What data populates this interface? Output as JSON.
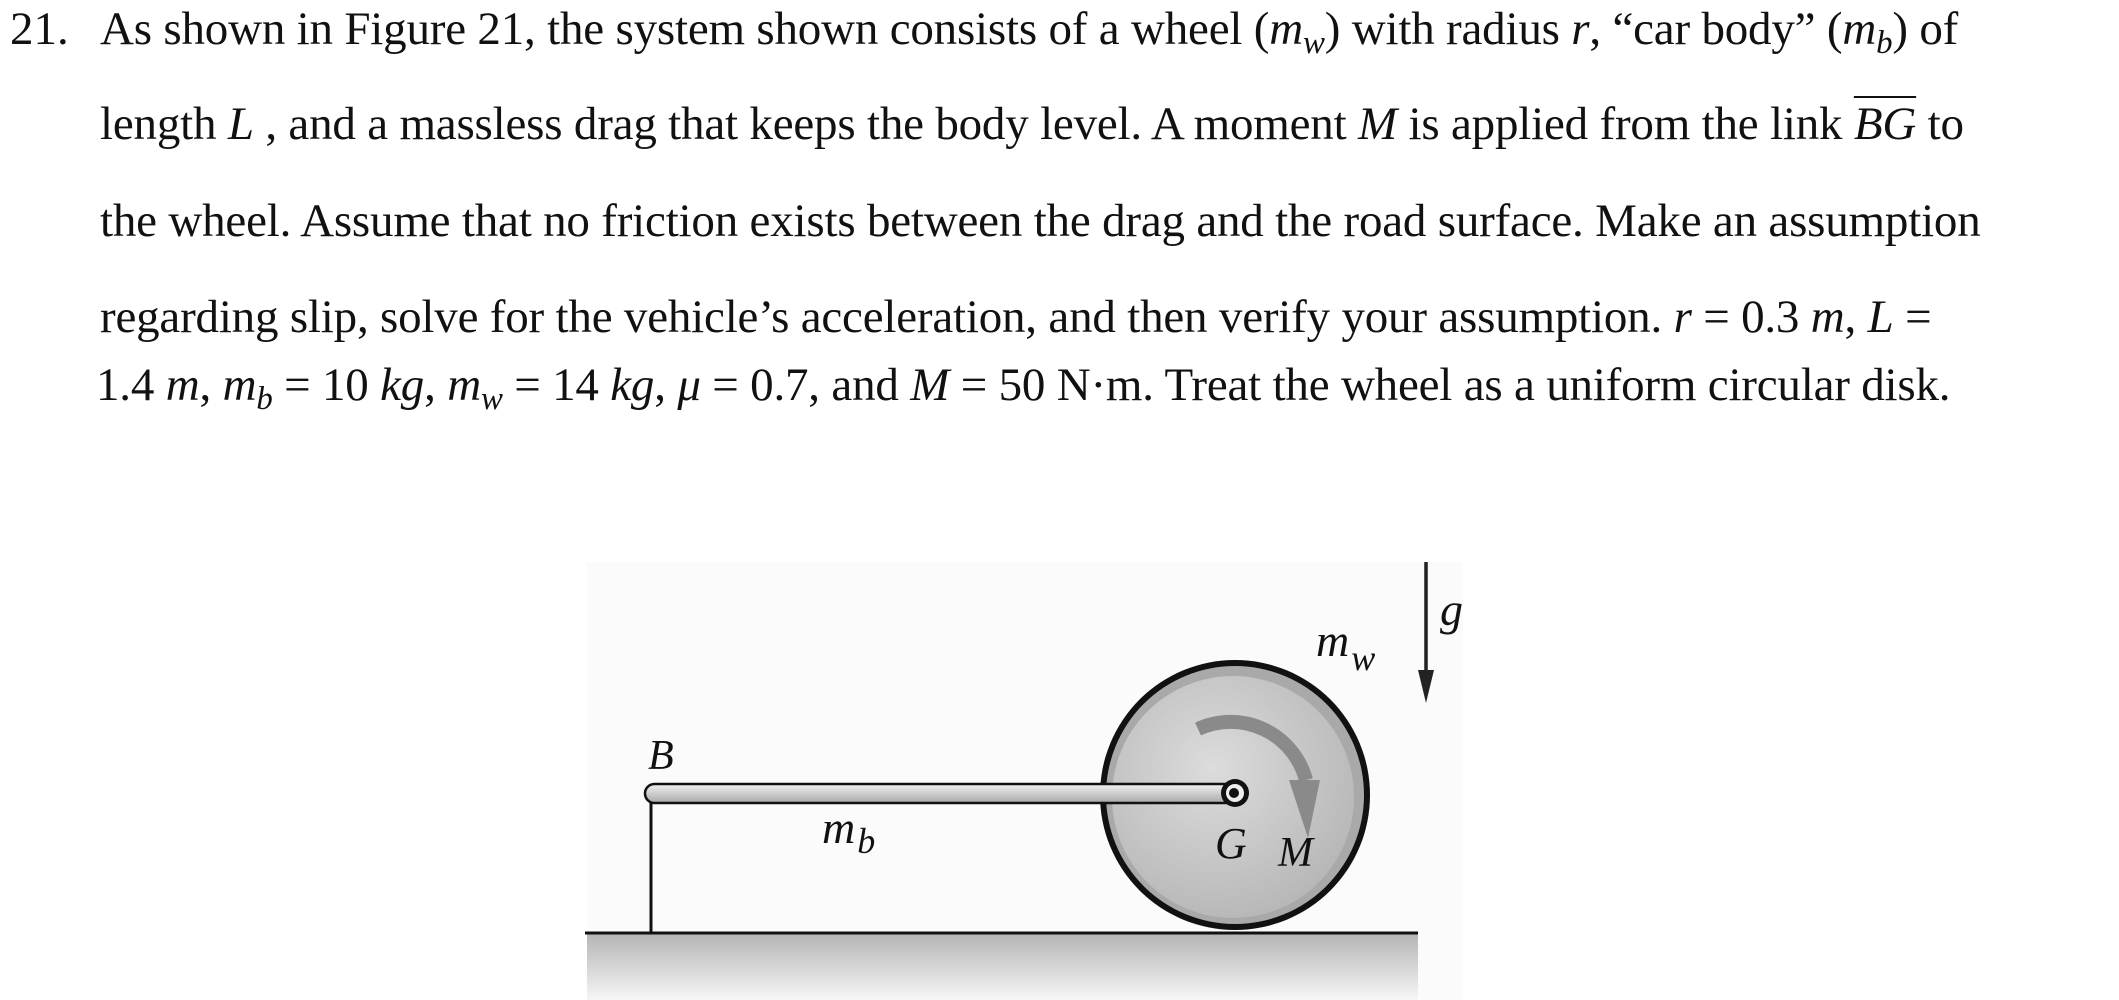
{
  "problem": {
    "number": "21.",
    "lines": [
      {
        "parts": {
          "a": "As shown in Figure 21, the system shown consists of a wheel (",
          "mw_m": "m",
          "mw_sub": "w",
          "b": ") with radius ",
          "r": "r",
          "c": ", “car body” (",
          "mb_m": "m",
          "mb_sub": "b",
          "d": ") of"
        }
      },
      {
        "parts": {
          "a": "length ",
          "L": "L",
          "b": " , and a massless drag that keeps the body level. A moment ",
          "M": "M",
          "c": " is applied from the link ",
          "BG": "BG",
          "d": " to"
        }
      },
      {
        "parts": {
          "a": "the wheel. Assume that no friction exists between the drag and the road surface. Make an assumption"
        }
      },
      {
        "parts": {
          "a": "regarding slip, solve for the vehicle’s acceleration, and then verify your assumption.  ",
          "r": "r",
          "b": " = 0.3 ",
          "m1": "m",
          "c": ", ",
          "L": "L",
          "d": " ="
        }
      },
      {
        "parts": {
          "a": "1.4 ",
          "m1": "m",
          "b": ", ",
          "mb_m": "m",
          "mb_sub": "b",
          "c": " = 10 ",
          "kg1": "kg",
          "d": ", ",
          "mw_m": "m",
          "mw_sub": "w",
          "e": " = 14 ",
          "kg2": "kg",
          "f": ", ",
          "mu": "μ",
          "g": " = 0.7, and ",
          "M": "M",
          "h": " = 50 N·m. Treat the wheel as a uniform circular disk."
        }
      }
    ]
  },
  "figure": {
    "labels": {
      "B": "B",
      "mb_m": "m",
      "mb_sub": "b",
      "G": "G",
      "M": "M",
      "mw_m": "m",
      "mw_sub": "w",
      "g": "g"
    },
    "colors": {
      "wheel_fill": "#c8c8c8",
      "wheel_rim": "#111111",
      "moment_arrow": "#8a8a8a",
      "ground_top": "#b9b9b9",
      "ground_bottom": "#f4f4f4",
      "background": "#fbfbfb"
    }
  }
}
